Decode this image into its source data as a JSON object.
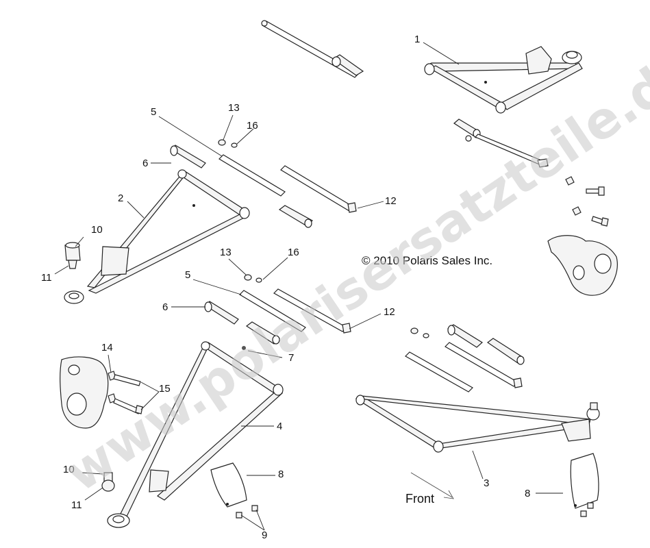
{
  "watermark": "www.polarisersatzteile.de",
  "copyright": "© 2010 Polaris Sales Inc.",
  "direction_label": "Front",
  "callouts": {
    "c1": "1",
    "c2": "2",
    "c3": "3",
    "c4": "4",
    "c5a": "5",
    "c5b": "5",
    "c6a": "6",
    "c6b": "6",
    "c7": "7",
    "c8a": "8",
    "c8b": "8",
    "c9": "9",
    "c10a": "10",
    "c10b": "10",
    "c11a": "11",
    "c11b": "11",
    "c12a": "12",
    "c12b": "12",
    "c13a": "13",
    "c13b": "13",
    "c14": "14",
    "c15": "15",
    "c16a": "16",
    "c16b": "16"
  }
}
